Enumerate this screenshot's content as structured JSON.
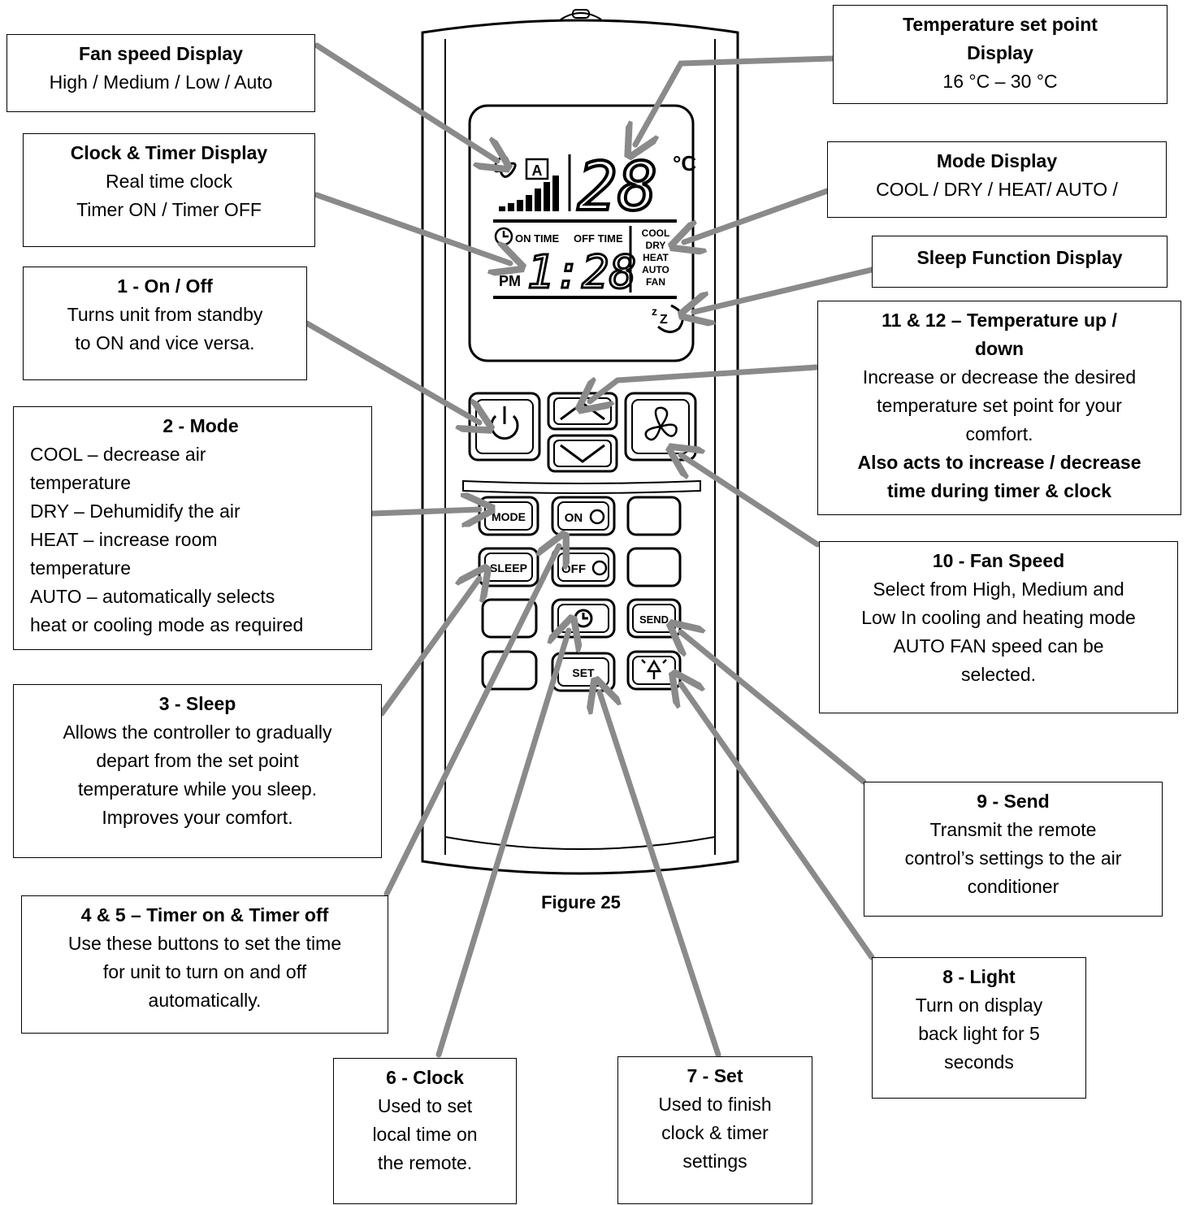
{
  "figure_caption": "Figure 25",
  "lcd": {
    "temperature": "28",
    "temp_unit": "°C",
    "fan_auto": "A",
    "on_time": "ON TIME",
    "off_time": "OFF TIME",
    "clock_time": "1:28",
    "am_pm": "PM",
    "modes": [
      "COOL",
      "DRY",
      "HEAT",
      "AUTO",
      "FAN"
    ]
  },
  "buttons": {
    "mode": "MODE",
    "on": "ON",
    "off": "OFF",
    "sleep": "SLEEP",
    "send": "SEND",
    "set": "SET"
  },
  "callouts": {
    "fan_speed_display": {
      "title": "Fan speed Display",
      "lines": [
        "High / Medium / Low / Auto"
      ]
    },
    "clock_timer_display": {
      "title": "Clock & Timer Display",
      "lines": [
        "Real time clock",
        "Timer ON / Timer OFF"
      ]
    },
    "on_off": {
      "title": "1 - On / Off",
      "lines": [
        "Turns unit from standby",
        "to ON and vice versa."
      ]
    },
    "mode": {
      "title": "2 - Mode",
      "lines": [
        "COOL – decrease air",
        "temperature",
        "DRY – Dehumidify the air",
        "HEAT – increase room",
        "temperature",
        "AUTO – automatically selects",
        "heat or cooling mode as required"
      ]
    },
    "sleep": {
      "title": "3 - Sleep",
      "lines": [
        "Allows the controller to gradually",
        "depart from the set point",
        "temperature while you sleep.",
        "Improves your comfort."
      ]
    },
    "timer": {
      "title": "4 & 5 – Timer on & Timer off",
      "lines": [
        "Use these buttons to set the time",
        "for unit to turn on and off",
        "automatically."
      ]
    },
    "clock": {
      "title": "6 - Clock",
      "lines": [
        "Used to set",
        "local time on",
        "the remote."
      ]
    },
    "set": {
      "title": "7 - Set",
      "lines": [
        "Used to finish",
        "clock & timer",
        "settings"
      ]
    },
    "light": {
      "title": "8 - Light",
      "lines": [
        "Turn on display",
        "back light for 5",
        "seconds"
      ]
    },
    "send": {
      "title": "9 - Send",
      "lines": [
        "Transmit the remote",
        "control’s settings to the air",
        "conditioner"
      ]
    },
    "fan_speed": {
      "title": "10 - Fan Speed",
      "lines": [
        "Select from High, Medium and",
        "Low In cooling and heating mode",
        "AUTO FAN speed can be",
        "selected."
      ]
    },
    "temp_up_down": {
      "title": "11 & 12 – Temperature up /",
      "title2": "down",
      "lines": [
        "Increase or decrease the desired",
        "temperature set point for your",
        "comfort."
      ],
      "bold_lines": [
        "Also acts to increase / decrease",
        "time during timer & clock"
      ]
    },
    "temp_set_point_display": {
      "title": "Temperature set point",
      "title2": "Display",
      "lines": [
        "16 °C – 30 °C"
      ]
    },
    "mode_display": {
      "title": "Mode Display",
      "lines": [
        "COOL / DRY / HEAT/ AUTO /"
      ]
    },
    "sleep_display": {
      "title": "Sleep Function Display",
      "lines": []
    }
  }
}
